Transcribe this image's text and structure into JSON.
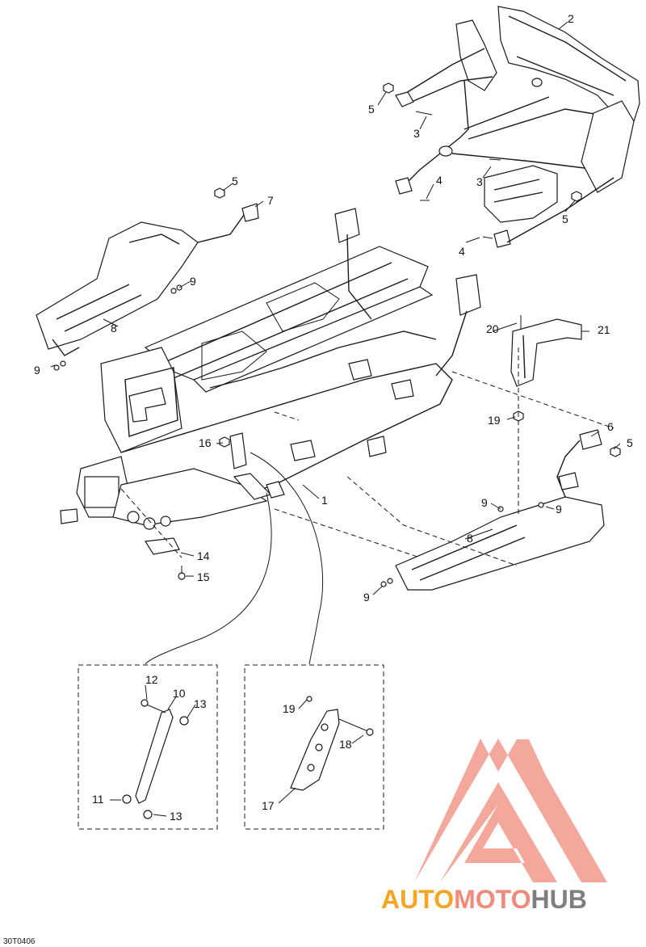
{
  "diagram": {
    "code": "30T0406",
    "part_labels": [
      "1",
      "2",
      "3",
      "3",
      "4",
      "4",
      "5",
      "5",
      "5",
      "5",
      "6",
      "7",
      "8",
      "8",
      "9",
      "9",
      "9",
      "9",
      "9",
      "10",
      "11",
      "12",
      "13",
      "13",
      "14",
      "15",
      "16",
      "17",
      "18",
      "19",
      "19",
      "20",
      "21"
    ]
  },
  "watermark": {
    "brand_auto": "AUTO",
    "brand_moto": "MOTO",
    "brand_hub": "HUB",
    "color_triangle": "#f08a7a",
    "color_auto": "#f5a524",
    "color_moto": "#f08a7a",
    "color_hub": "#7f7f7f"
  }
}
